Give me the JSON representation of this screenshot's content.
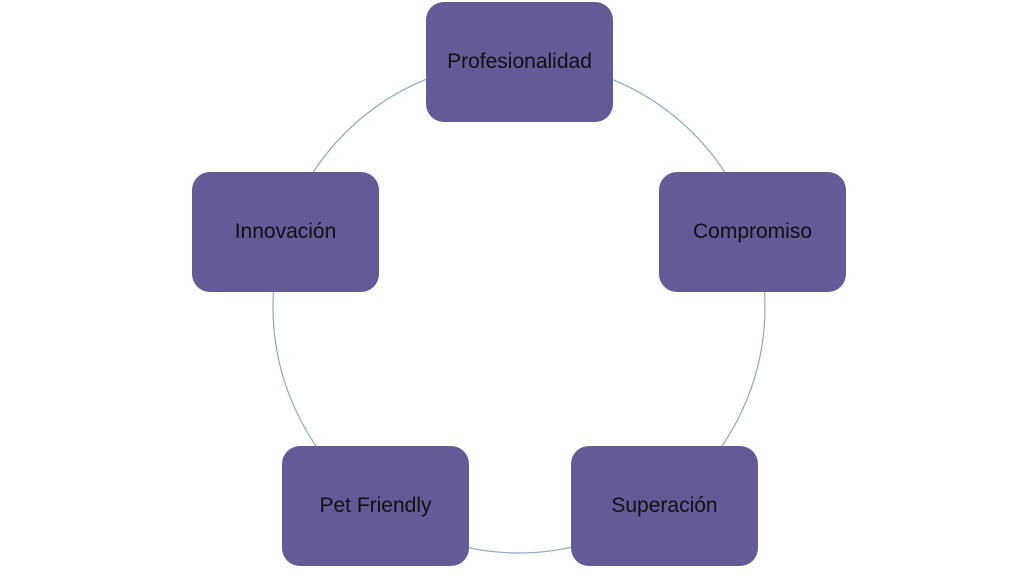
{
  "colors": {
    "node_fill": "#635b97",
    "ring_stroke": "#8fa8c0",
    "text": "#111111"
  },
  "nodes": [
    {
      "label": "Profesionalidad"
    },
    {
      "label": "Compromiso"
    },
    {
      "label": "Superación"
    },
    {
      "label": "Pet Friendly"
    },
    {
      "label": "Innovación"
    }
  ]
}
